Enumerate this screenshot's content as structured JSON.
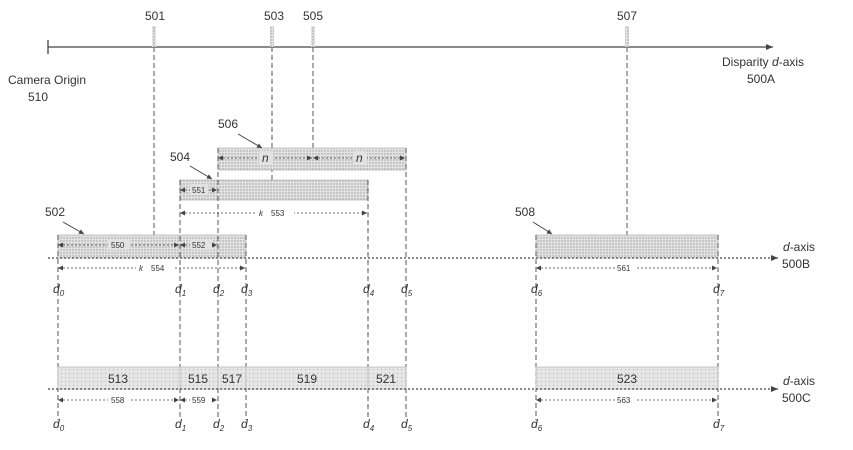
{
  "axes": {
    "top": {
      "number": "500A",
      "label_prefix": "Disparity ",
      "label_var": "d",
      "label_suffix": "-axis"
    },
    "middle": {
      "number": "500B",
      "label_var": "d",
      "label_suffix": "-axis"
    },
    "bottom": {
      "number": "500C",
      "label_var": "d",
      "label_suffix": "-axis"
    }
  },
  "camera_origin": {
    "label": "Camera Origin",
    "number": "510"
  },
  "reference_numerals": {
    "r501": "501",
    "r503": "503",
    "r505": "505",
    "r507": "507"
  },
  "box_labels": {
    "b502": "502",
    "b504": "504",
    "b506": "506",
    "b508": "508"
  },
  "measurements": {
    "m550": "550",
    "m551": "551",
    "m552": "552",
    "m553": "553",
    "m554": "554",
    "m558": "558",
    "m559": "559",
    "m561": "561",
    "m563": "563",
    "k": "k",
    "n": "n"
  },
  "segments": [
    "513",
    "515",
    "517",
    "519",
    "521",
    "523"
  ],
  "d_labels": [
    {
      "base": "d",
      "sub": "0"
    },
    {
      "base": "d",
      "sub": "1"
    },
    {
      "base": "d",
      "sub": "2"
    },
    {
      "base": "d",
      "sub": "3"
    },
    {
      "base": "d",
      "sub": "4"
    },
    {
      "base": "d",
      "sub": "5"
    },
    {
      "base": "d",
      "sub": "6"
    },
    {
      "base": "d",
      "sub": "7"
    }
  ],
  "colors": {
    "box_fill": "#d9d9d9",
    "segment_fill": "#e3e3e3",
    "line": "#444444"
  }
}
